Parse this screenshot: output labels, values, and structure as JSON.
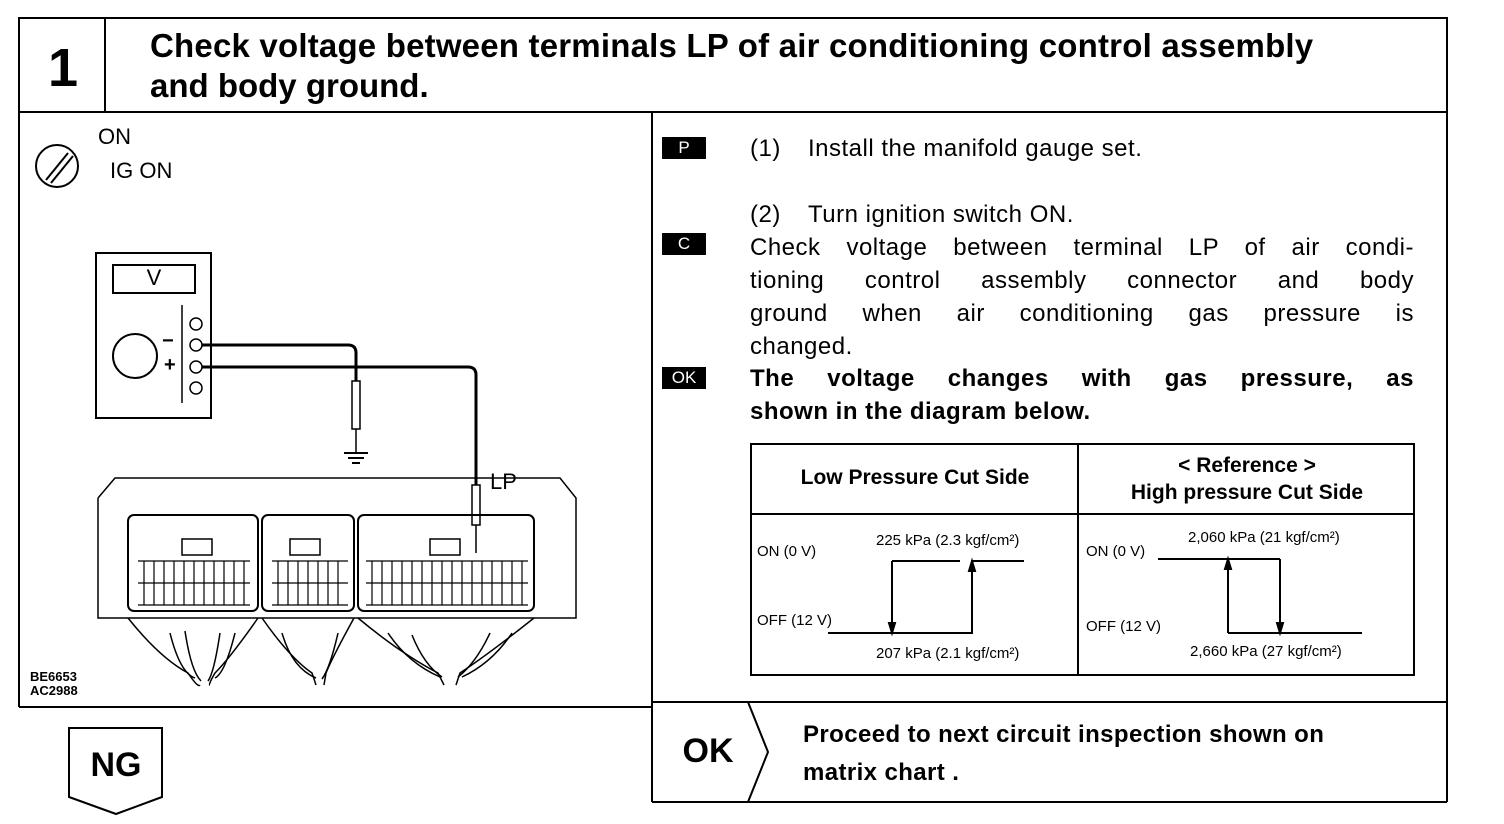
{
  "step": {
    "number": "1",
    "title_line1": "Check voltage between terminals LP of air conditioning control assembly",
    "title_line2": "and body ground."
  },
  "illustration": {
    "switch_on": "ON",
    "ig_on": "IG ON",
    "meter_label": "V",
    "minus": "−",
    "plus": "+",
    "terminal_label": "LP",
    "code_1": "BE6653",
    "code_2": "AC2988"
  },
  "instructions": {
    "tag_p": "P",
    "tag_c": "C",
    "tag_ok": "OK",
    "step1_num": "(1)",
    "step1_text": "Install the manifold gauge set.",
    "step2_num": "(2)",
    "step2_text": "Turn ignition switch ON.",
    "check_line1": "Check voltage between terminal LP of air condi-",
    "check_line2": "tioning control assembly connector and body",
    "check_line3": "ground when air conditioning gas pressure is",
    "check_line4": "changed.",
    "ok_line1": "The voltage changes with gas pressure, as",
    "ok_line2": "shown in the diagram below."
  },
  "pressure_table": {
    "low_header": "Low Pressure Cut Side",
    "high_header_line1": "< Reference >",
    "high_header_line2": "High pressure Cut Side",
    "low": {
      "on_label": "ON (0 V)",
      "off_label": "OFF (12 V)",
      "upper_value": "225 kPa (2.3 kgf/cm²)",
      "lower_value": "207 kPa (2.1 kgf/cm²)"
    },
    "high": {
      "on_label": "ON (0 V)",
      "off_label": "OFF (12 V)",
      "upper_value": "2,060 kPa (21 kgf/cm²)",
      "lower_value": "2,660 kPa (27 kgf/cm²)"
    }
  },
  "results": {
    "ng_label": "NG",
    "ok_label": "OK",
    "ok_text_line1": "Proceed to next circuit inspection shown on",
    "ok_text_line2": "matrix chart ."
  }
}
